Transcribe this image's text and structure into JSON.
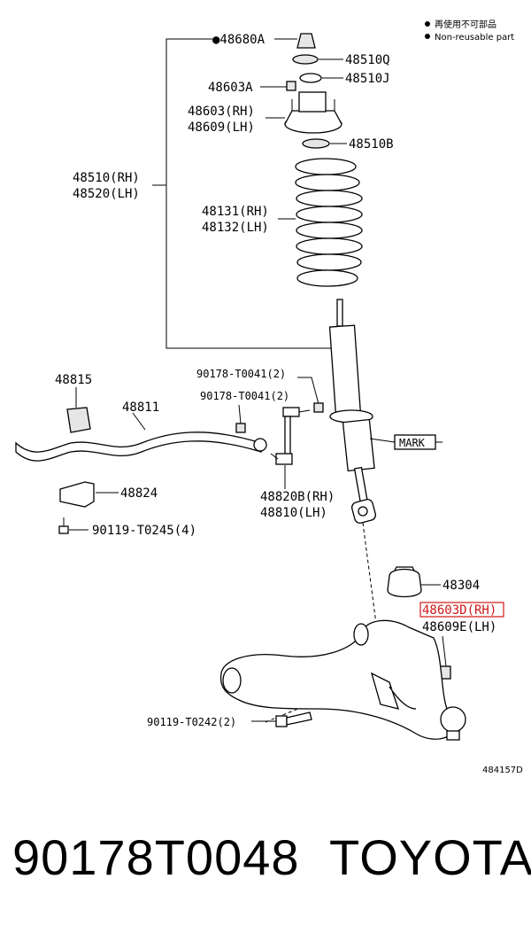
{
  "legend": {
    "line1": "再使用不可部品",
    "line2": "Non-reusable part"
  },
  "labels": {
    "p48680a": "●48680A",
    "p48510q": "48510Q",
    "p48603a": "48603A",
    "p48510j": "48510J",
    "p48603rh": "48603(RH)",
    "p48609lh": "48609(LH)",
    "p48510b": "48510B",
    "p48510rh": "48510(RH)",
    "p48520lh": "48520(LH)",
    "p48131rh": "48131(RH)",
    "p48132lh": "48132(LH)",
    "p48815": "48815",
    "p48811": "48811",
    "p90178a": "90178-T0041(2)",
    "p90178b": "90178-T0041(2)",
    "p48824": "48824",
    "p90119a": "90119-T0245(4)",
    "p48820b": "48820B(RH)",
    "p48810": "48810(LH)",
    "mark": "MARK",
    "p48304": "48304",
    "p48603d": "48603D(RH)",
    "p48609e": "48609E(LH)",
    "p90119b": "90119-T0242(2)",
    "code": "484157D"
  },
  "footer": {
    "part_number": "90178T0048",
    "brand": "TOYOTA"
  },
  "colors": {
    "highlight": "#d01818"
  }
}
